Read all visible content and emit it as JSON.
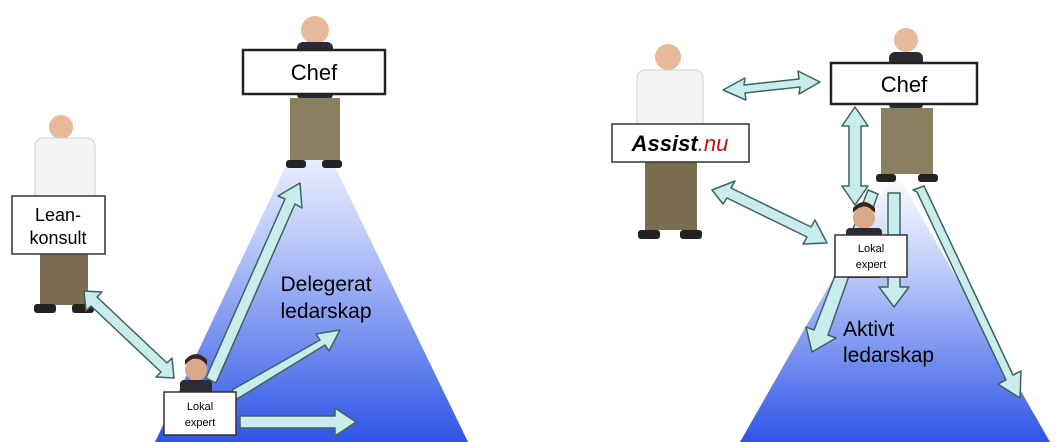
{
  "left": {
    "chef_label": "Chef",
    "consultant_label_line1": "Lean-",
    "consultant_label_line2": "konsult",
    "expert_label_line1": "Lokal",
    "expert_label_line2": "expert",
    "caption_line1": "Delegerat",
    "caption_line2": "ledarskap"
  },
  "right": {
    "chef_label": "Chef",
    "assist_brand_bold": "Assist",
    "assist_brand_suffix": ".nu",
    "expert_label_line1": "Lokal",
    "expert_label_line2": "expert",
    "caption_line1": "Aktivt",
    "caption_line2": "ledarskap"
  },
  "colors": {
    "pyramid_top": "#ffffff",
    "pyramid_bottom": "#2f55e6",
    "arrow_fill": "#c9ecec",
    "arrow_stroke": "#3f6262",
    "assist_suffix": "#c0141c",
    "coat": "#f4f4f4",
    "trousers": "#7b6d4f",
    "suit": "#2b2b35"
  }
}
